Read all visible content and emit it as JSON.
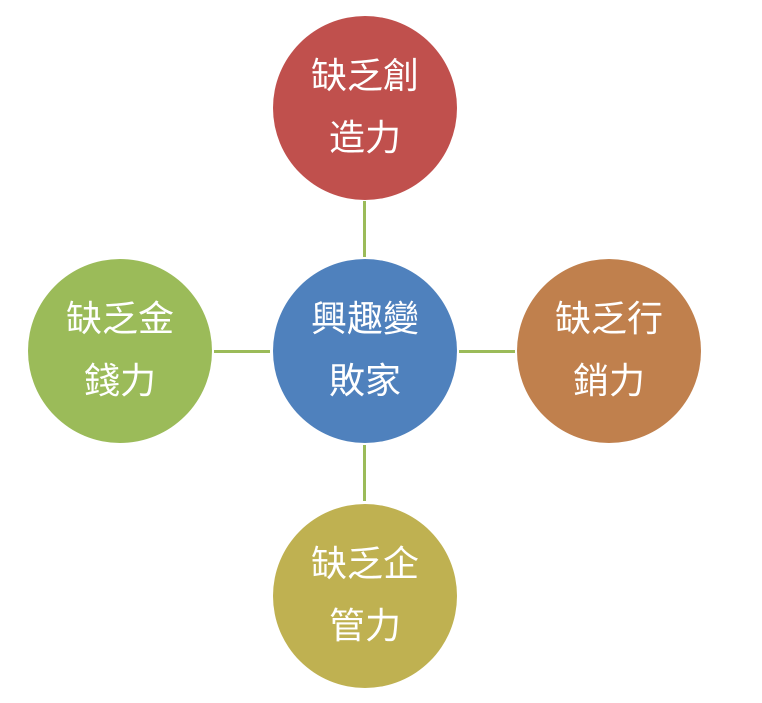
{
  "center": {
    "line1": "興趣變",
    "line2": "敗家",
    "color": "#4F81BD"
  },
  "nodes": {
    "top": {
      "line1": "缺乏創",
      "line2": "造力",
      "color": "#C0504D"
    },
    "right": {
      "line1": "缺乏行",
      "line2": "銷力",
      "color": "#C0804D"
    },
    "bottom": {
      "line1": "缺乏企",
      "line2": "管力",
      "color": "#BFB151"
    },
    "left": {
      "line1": "缺乏金",
      "line2": "錢力",
      "color": "#9BBB59"
    }
  },
  "connector_color": "#9BBB59"
}
